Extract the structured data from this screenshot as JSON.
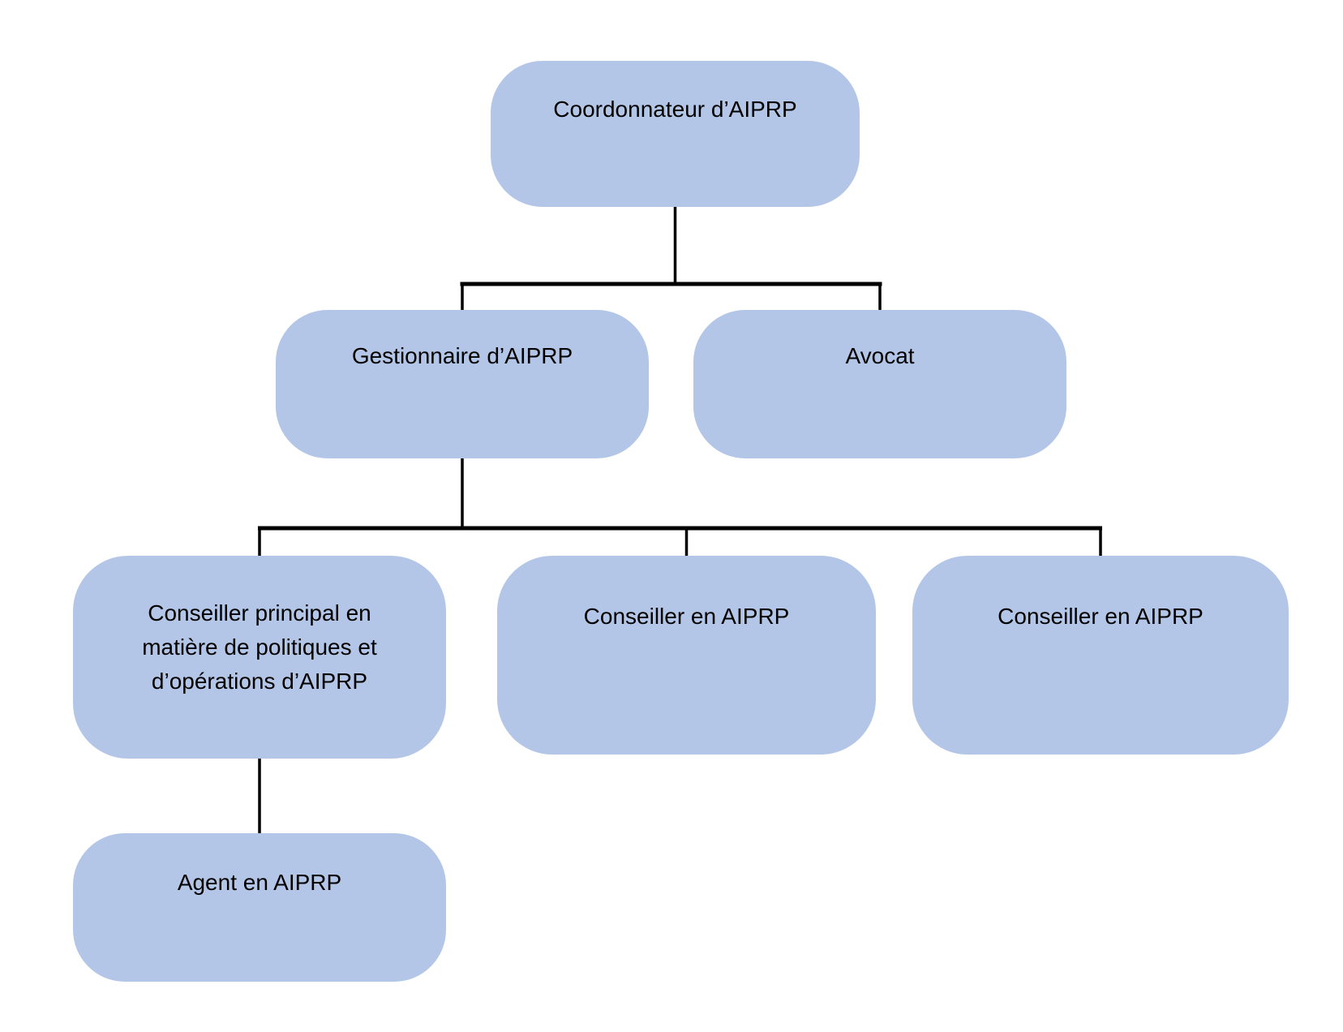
{
  "org": {
    "colors": {
      "background": "#ffffff",
      "node_fill": "#b4c6e7",
      "connector": "#000000",
      "text": "#000000"
    },
    "nodes": [
      {
        "id": "coordonnateur",
        "label": "Coordonnateur d’AIPRP",
        "parent": null
      },
      {
        "id": "gestionnaire",
        "label": "Gestionnaire d’AIPRP",
        "parent": "coordonnateur"
      },
      {
        "id": "avocat",
        "label": "Avocat",
        "parent": "coordonnateur"
      },
      {
        "id": "conseiller-principal",
        "label": "Conseiller principal en matière de politiques et d’opérations d’AIPRP",
        "parent": "gestionnaire"
      },
      {
        "id": "conseiller-aiprp-1",
        "label": "Conseiller en AIPRP",
        "parent": "gestionnaire"
      },
      {
        "id": "conseiller-aiprp-2",
        "label": "Conseiller en AIPRP",
        "parent": "gestionnaire"
      },
      {
        "id": "agent-aiprp",
        "label": "Agent en AIPRP",
        "parent": "conseiller-principal"
      }
    ]
  }
}
